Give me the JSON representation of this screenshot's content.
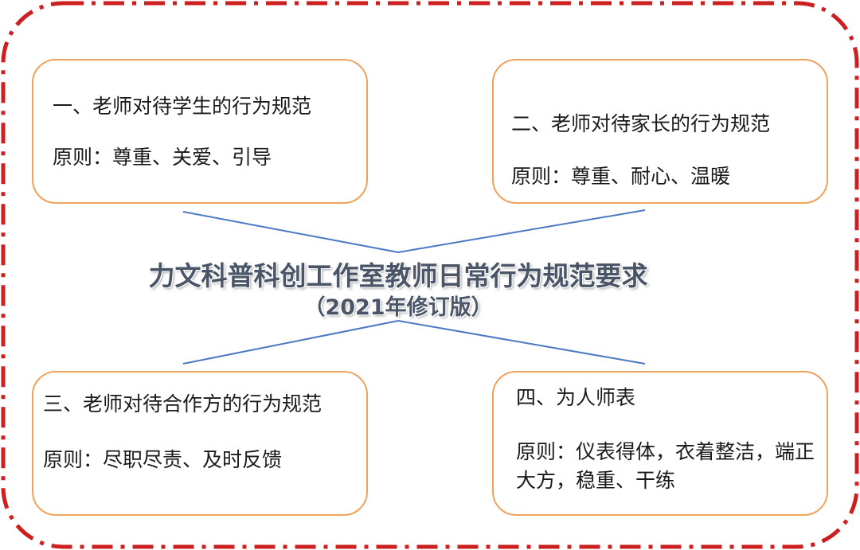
{
  "colors": {
    "frame_dashdot": "#cc1f1f",
    "box_border": "#f0a15a",
    "connector_line": "#4a78c2",
    "title_text": "#4a5568"
  },
  "title": {
    "main": "力文科普科创工作室教师日常行为规范要求",
    "sub": "（2021年修订版）"
  },
  "sections": [
    {
      "heading": "一、老师对待学生的行为规范",
      "principle": "原则：尊重、关爱、引导"
    },
    {
      "heading": "二、老师对待家长的行为规范",
      "principle": "原则：尊重、耐心、温暖"
    },
    {
      "heading": "三、老师对待合作方的行为规范",
      "principle": "原则：尽职尽责、及时反馈"
    },
    {
      "heading": "四、为人师表",
      "principle": "原则：仪表得体，衣着整洁，端正大方，稳重、干练"
    }
  ]
}
